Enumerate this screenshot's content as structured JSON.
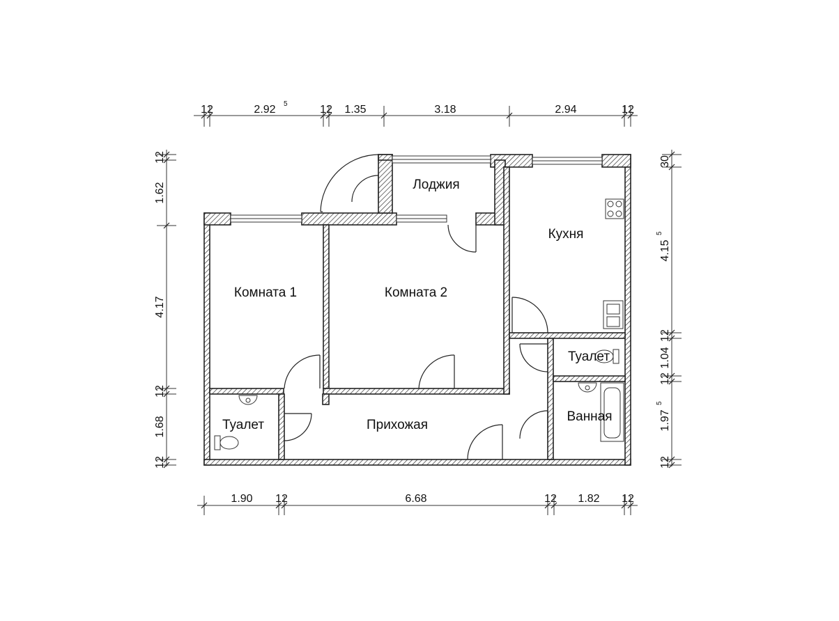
{
  "rooms": {
    "loggia": "Лоджия",
    "kitchen": "Кухня",
    "room1": "Комната 1",
    "room2": "Комната 2",
    "toilet_left": "Туалет",
    "toilet_right": "Туалет",
    "hallway": "Прихожая",
    "bathroom": "Ванная"
  },
  "dimensions": {
    "top": {
      "a": "12",
      "b_main": "2.92",
      "b_sup": "5",
      "c": "12",
      "d": "1.35",
      "e": "3.18",
      "f": "2.94",
      "g": "12"
    },
    "bottom": {
      "a": "1.90",
      "b": "12",
      "c": "6.68",
      "d": "12",
      "e": "1.82",
      "f": "12"
    },
    "left": {
      "a": "12",
      "b": "1.62",
      "c": "4.17",
      "d": "12",
      "e": "1.68",
      "f": "12"
    },
    "right": {
      "a": "30",
      "b_main": "4.15",
      "b_sup": "5",
      "c": "12",
      "d": "1.04",
      "e": "12",
      "f_main": "1.97",
      "f_sup": "5",
      "g": "12"
    }
  }
}
